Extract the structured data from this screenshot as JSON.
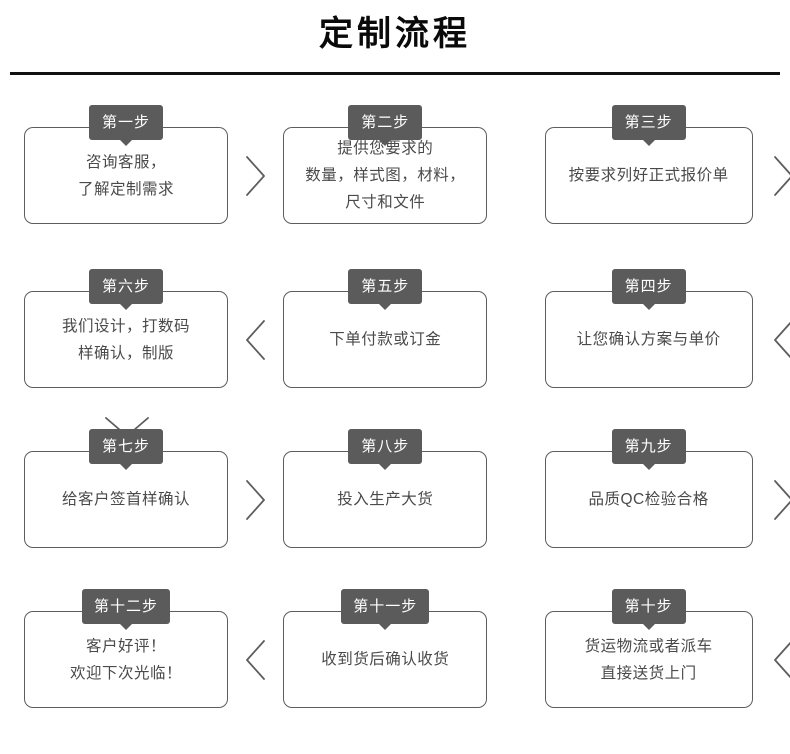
{
  "header": {
    "title": "定制流程"
  },
  "colors": {
    "badge_bg": "#5b5b5b",
    "box_border": "#5d5d5d",
    "text": "#4a4a4a",
    "title": "#0a0a0a",
    "rule": "#111111"
  },
  "flow": {
    "rows": [
      {
        "direction": "left-to-right",
        "cells": [
          {
            "badge": "第一步",
            "text": "咨询客服，\n了解定制需求"
          },
          {
            "badge": "第二步",
            "text": "提供您要求的\n数量，样式图，材料，\n尺寸和文件"
          },
          {
            "badge": "第三步",
            "text": "按要求列好正式报价单"
          }
        ]
      },
      {
        "direction": "right-to-left",
        "cells": [
          {
            "badge": "第六步",
            "text": "我们设计，打数码\n样确认，制版"
          },
          {
            "badge": "第五步",
            "text": "下单付款或订金"
          },
          {
            "badge": "第四步",
            "text": "让您确认方案与单价"
          }
        ]
      },
      {
        "direction": "left-to-right",
        "cells": [
          {
            "badge": "第七步",
            "text": "给客户签首样确认"
          },
          {
            "badge": "第八步",
            "text": "投入生产大货"
          },
          {
            "badge": "第九步",
            "text": "品质QC检验合格"
          }
        ]
      },
      {
        "direction": "right-to-left",
        "cells": [
          {
            "badge": "第十二步",
            "text": "客户好评！\n欢迎下次光临！"
          },
          {
            "badge": "第十一步",
            "text": "收到货后确认收货"
          },
          {
            "badge": "第十步",
            "text": "货运物流或者派车\n直接送货上门"
          }
        ]
      }
    ],
    "connectors": {
      "row1_to_row2": "chevron-down-right-column",
      "row2_to_row3": "chevron-down-left-column",
      "row3_to_row4": "chevron-down-right-column",
      "row1_inner": "chevron-right",
      "row2_inner": "chevron-left",
      "row3_inner": "chevron-right",
      "row4_inner": "chevron-left"
    }
  }
}
